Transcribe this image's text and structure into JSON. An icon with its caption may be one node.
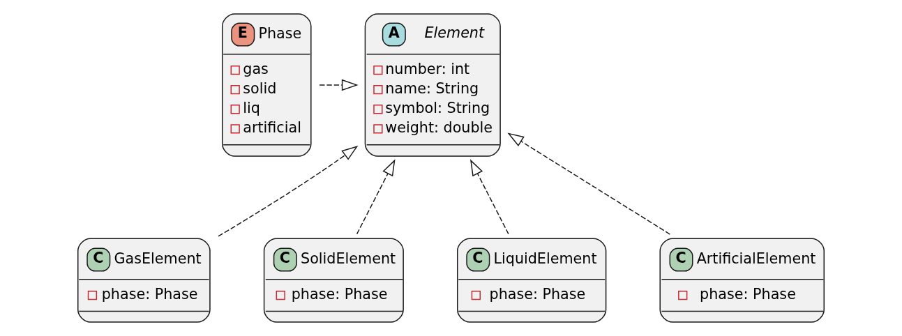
{
  "diagram": {
    "nodes": [
      {
        "text": [
          "A",
          "Element",
          "number: int",
          "name: String",
          "symbol: String",
          "weight: double"
        ]
      },
      {
        "text": [
          "E",
          "Phase",
          "gas",
          "solid",
          "liq",
          "artificial"
        ]
      },
      {
        "text": [
          "C",
          "GasElement",
          "phase: Phase"
        ]
      },
      {
        "text": [
          "C",
          "SolidElement",
          "phase: Phase"
        ]
      },
      {
        "text": [
          "C",
          "LiquidElement",
          "phase: Phase"
        ]
      },
      {
        "text": [
          "C",
          "ArtificialElement",
          "phase: Phase"
        ]
      }
    ],
    "edges": [
      {
        "from": 1,
        "to": 0,
        "arrow": "to",
        "style": "dashed"
      },
      {
        "from": 2,
        "to": 0,
        "arrow": "to",
        "style": "dashed"
      },
      {
        "from": 3,
        "to": 0,
        "arrow": "to",
        "style": "dashed"
      },
      {
        "from": 4,
        "to": 0,
        "arrow": "to",
        "style": "dashed"
      },
      {
        "from": 5,
        "to": 0,
        "arrow": "to",
        "style": "dashed"
      }
    ]
  }
}
